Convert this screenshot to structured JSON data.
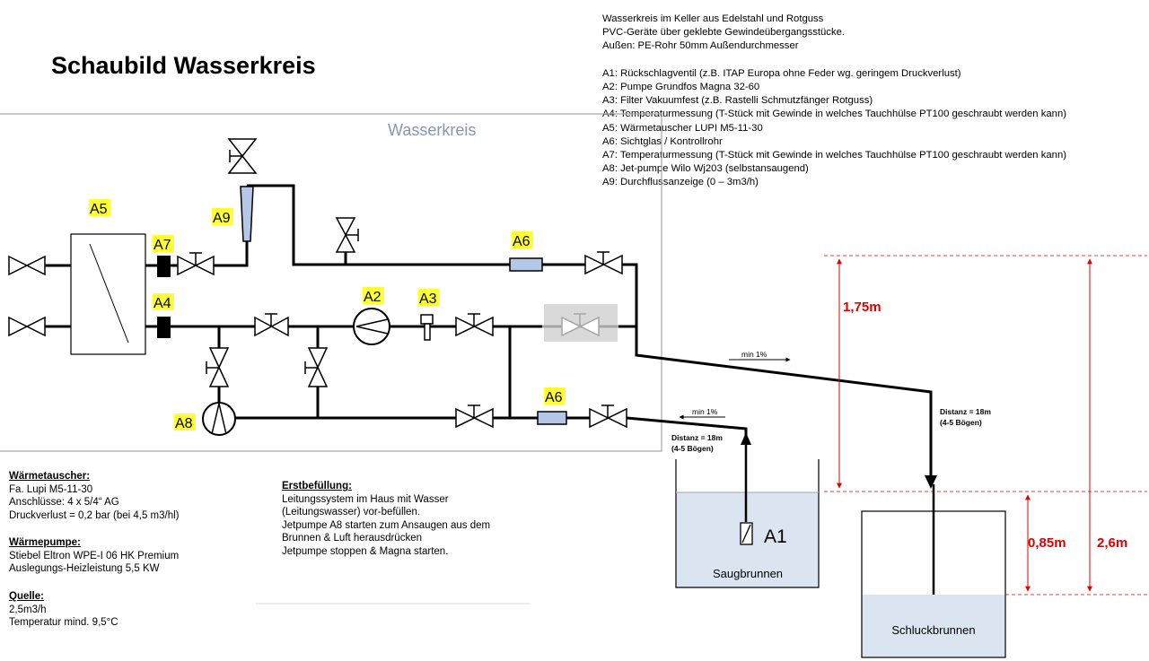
{
  "title": "Schaubild Wasserkreis",
  "diagram_title": "Wasserkreis",
  "notes": [
    "Wasserkreis im Keller aus Edelstahl und Rotguss",
    "PVC-Geräte über geklebte Gewindeübergangsstücke.",
    "Außen:  PE-Rohr 50mm Außendurchmesser",
    "",
    "A1: Rückschlagventil (z.B. ITAP Europa ohne Feder wg. geringem Druckverlust)",
    "A2: Pumpe Grundfos Magna 32-60",
    "A3: Filter Vakuumfest (z.B. Rastelli Schmutzfänger Rotguss)",
    "A4: Temperaturmessung (T-Stück mit Gewinde in welches Tauchhülse PT100 geschraubt werden kann)",
    "A5: Wärmetauscher LUPI M5-11-30",
    "A6: Sichtglas / Kontrollrohr",
    "A7: Temperaturmessung (T-Stück mit Gewinde in welches Tauchhülse PT100 geschraubt werden kann)",
    "A8: Jet-pumpe Wilo Wj203 (selbstansaugend)",
    "A9: Durchflussanzeige (0 – 3m3/h)"
  ],
  "component_labels": {
    "a1": "A1",
    "a2": "A2",
    "a3": "A3",
    "a4": "A4",
    "a5": "A5",
    "a6_top": "A6",
    "a6_bottom": "A6",
    "a7": "A7",
    "a8": "A8",
    "a9": "A9"
  },
  "slope_labels": {
    "right": "min 1%",
    "left": "min 1%"
  },
  "distance_labels": {
    "right": [
      "Distanz = 18m",
      "(4-5 Bögen)"
    ],
    "left": [
      "Distanz = 18m",
      "(4-5 Bögen)"
    ]
  },
  "dimensions": {
    "top": "1,75m",
    "middle": "0,85m",
    "total": "2,6m"
  },
  "wells": {
    "suction": "Saugbrunnen",
    "return": "Schluckbrunnen"
  },
  "waermetauscher": {
    "heading": "Wärmetauscher:",
    "lines": [
      "Fa. Lupi M5-11-30",
      "Anschlüsse: 4 x 5/4“ AG",
      "Druckverlust = 0,2 bar (bei 4,5 m3/hl)"
    ]
  },
  "waermepumpe": {
    "heading": "Wärmepumpe:",
    "lines": [
      "Stiebel Eltron WPE-I 06 HK Premium",
      "Auslegungs-Heizleistung 5,5 KW"
    ]
  },
  "quelle": {
    "heading": "Quelle:",
    "lines": [
      "2,5m3/h",
      "Temperatur mind. 9,5°C"
    ]
  },
  "erstbefuellung": {
    "heading": "Erstbefüllung:",
    "lines": [
      "Leitungssystem im Haus mit Wasser",
      "(Leitungswasser) vor-befüllen.",
      "Jetpumpe A8 starten zum Ansaugen aus dem",
      "Brunnen & Luft herausdrücken",
      "Jetpumpe stoppen & Magna starten."
    ]
  },
  "colors": {
    "highlight": "#ffff33",
    "sightglass": "#b4c7e7",
    "water": "#dbe5f1",
    "dimension": "#e00000",
    "diagram_title": "#8497b0"
  }
}
